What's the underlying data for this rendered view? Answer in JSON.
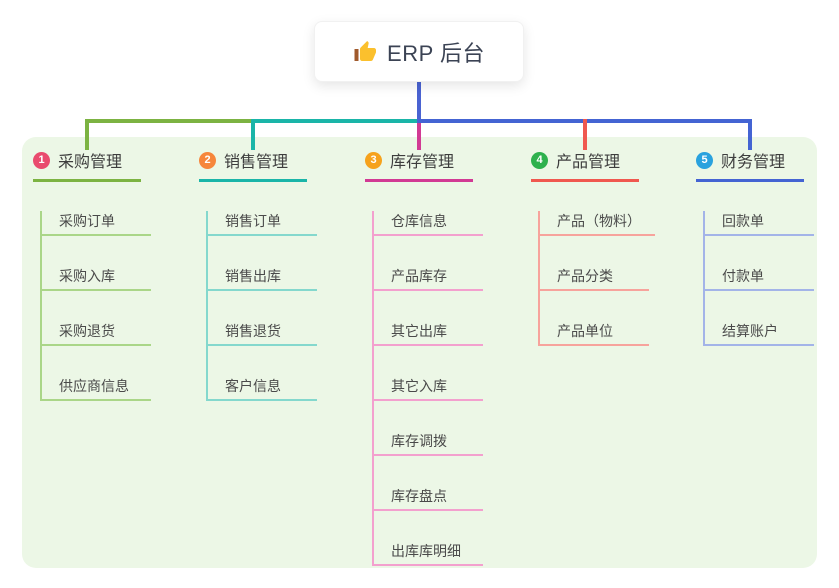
{
  "root": {
    "title": "ERP 后台",
    "icon": "thumbs-up-icon"
  },
  "colors": {
    "page_background": "#ffffff",
    "panel_background": "#ecf7e6",
    "root_card_background": "#ffffff",
    "root_text": "#3b4354",
    "branch_text": "#3d3d3d",
    "sub_text": "#4a4a4a",
    "root_stem": "#4a63d2",
    "icon_hand": "#fbc02d",
    "icon_cuff": "#a05a2c"
  },
  "branches": [
    {
      "badge": "1",
      "label": "采购管理",
      "badge_color": "#e94b6e",
      "line_color": "#7cb342",
      "sub_line_color": "#aad688",
      "children": [
        "采购订单",
        "采购入库",
        "采购退货",
        "供应商信息"
      ]
    },
    {
      "badge": "2",
      "label": "销售管理",
      "badge_color": "#f6863b",
      "line_color": "#1ab5a8",
      "sub_line_color": "#84d8cd",
      "children": [
        "销售订单",
        "销售出库",
        "销售退货",
        "客户信息"
      ]
    },
    {
      "badge": "3",
      "label": "库存管理",
      "badge_color": "#f6a21c",
      "line_color": "#d23a94",
      "sub_line_color": "#f3a0ce",
      "children": [
        "仓库信息",
        "产品库存",
        "其它出库",
        "其它入库",
        "库存调拨",
        "库存盘点",
        "出库库明细"
      ]
    },
    {
      "badge": "4",
      "label": "产品管理",
      "badge_color": "#2eb14d",
      "line_color": "#f0584f",
      "sub_line_color": "#f7a39c",
      "children": [
        "产品（物料）",
        "产品分类",
        "产品单位"
      ]
    },
    {
      "badge": "5",
      "label": "财务管理",
      "badge_color": "#29a2de",
      "line_color": "#4464d3",
      "sub_line_color": "#a3b4e8",
      "children": [
        "回款单",
        "付款单",
        "结算账户"
      ]
    }
  ]
}
